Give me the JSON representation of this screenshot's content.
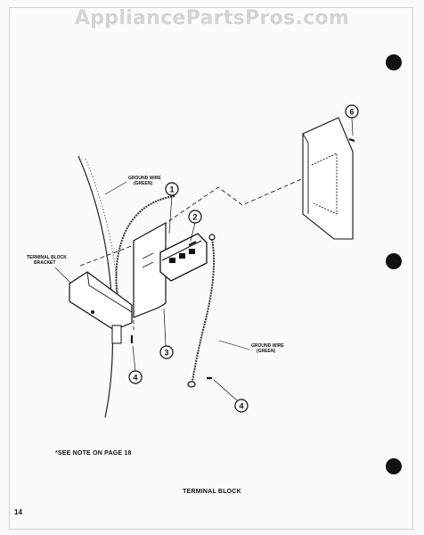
{
  "watermark": "AppliancePartsPros.com",
  "labels": {
    "ground_wire_top": [
      "GROUND WIRE",
      "(GREEN)"
    ],
    "terminal_block_bracket": [
      "TERMINAL BLOCK",
      "BRACKET"
    ],
    "ground_wire_bottom": [
      "GROUND WIRE",
      "(GREEN)"
    ]
  },
  "callouts": {
    "c1": "1",
    "c2": "2",
    "c3": "3",
    "c4a": "4",
    "c4b": "4",
    "c6": "6"
  },
  "note": "*SEE NOTE ON PAGE 18",
  "caption": "TERMINAL BLOCK",
  "page_number": "14",
  "colors": {
    "ink": "#111111",
    "watermark": "#d4d4d4",
    "paper": "#fbfbfb"
  }
}
